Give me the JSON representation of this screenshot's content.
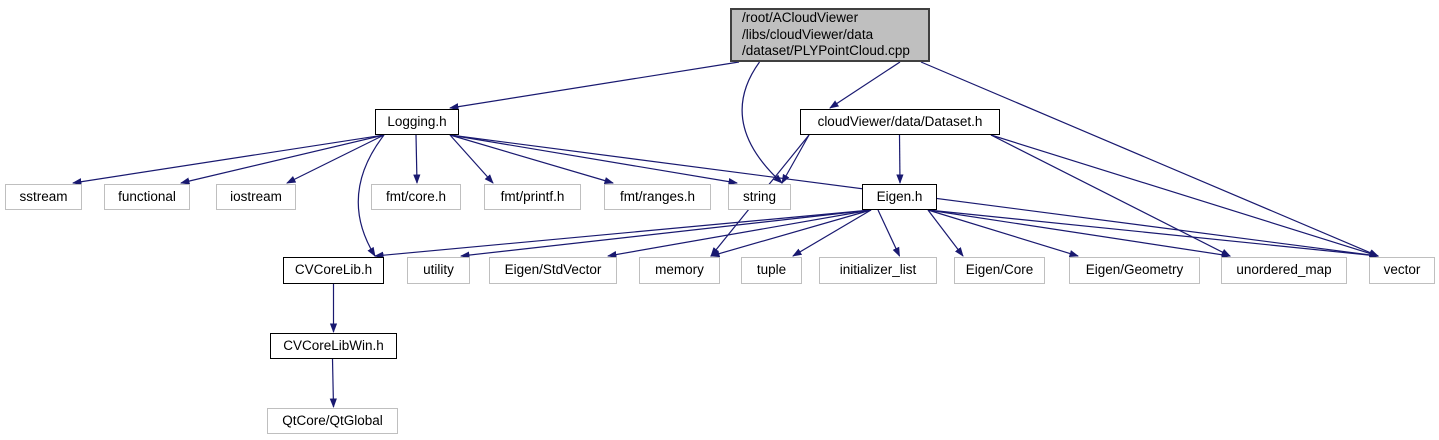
{
  "diagram": {
    "type": "include-dependency-graph",
    "colors": {
      "edge": "#191970",
      "node_fill": "#ffffff",
      "leaf_border": "#bfbfbf",
      "internal_border": "#000000",
      "current_node_fill": "#bfbfbf"
    },
    "nodes": [
      {
        "id": "top",
        "label": "/root/ACloudViewer\n/libs/cloudViewer/data\n/dataset/PLYPointCloud.cpp",
        "kind": "current"
      },
      {
        "id": "logging",
        "label": "Logging.h",
        "kind": "internal"
      },
      {
        "id": "dataset",
        "label": "cloudViewer/data/Dataset.h",
        "kind": "internal"
      },
      {
        "id": "sstream",
        "label": "sstream",
        "kind": "leaf"
      },
      {
        "id": "functional",
        "label": "functional",
        "kind": "leaf"
      },
      {
        "id": "iostream",
        "label": "iostream",
        "kind": "leaf"
      },
      {
        "id": "fmtcore",
        "label": "fmt/core.h",
        "kind": "leaf"
      },
      {
        "id": "fmtprintf",
        "label": "fmt/printf.h",
        "kind": "leaf"
      },
      {
        "id": "fmtranges",
        "label": "fmt/ranges.h",
        "kind": "leaf"
      },
      {
        "id": "string",
        "label": "string",
        "kind": "leaf"
      },
      {
        "id": "eigen",
        "label": "Eigen.h",
        "kind": "internal"
      },
      {
        "id": "cvcorelib",
        "label": "CVCoreLib.h",
        "kind": "internal"
      },
      {
        "id": "utility",
        "label": "utility",
        "kind": "leaf"
      },
      {
        "id": "eigenstdvector",
        "label": "Eigen/StdVector",
        "kind": "leaf"
      },
      {
        "id": "memory",
        "label": "memory",
        "kind": "leaf"
      },
      {
        "id": "tuple",
        "label": "tuple",
        "kind": "leaf"
      },
      {
        "id": "initializerlist",
        "label": "initializer_list",
        "kind": "leaf"
      },
      {
        "id": "eigencore",
        "label": "Eigen/Core",
        "kind": "leaf"
      },
      {
        "id": "eigengeometry",
        "label": "Eigen/Geometry",
        "kind": "leaf"
      },
      {
        "id": "unorderedmap",
        "label": "unordered_map",
        "kind": "leaf"
      },
      {
        "id": "vector",
        "label": "vector",
        "kind": "leaf"
      },
      {
        "id": "cvcorelibwin",
        "label": "CVCoreLibWin.h",
        "kind": "internal"
      },
      {
        "id": "qtglobal",
        "label": "QtCore/QtGlobal",
        "kind": "leaf"
      }
    ],
    "edges": [
      {
        "from": "top",
        "to": "logging"
      },
      {
        "from": "top",
        "to": "string"
      },
      {
        "from": "top",
        "to": "dataset"
      },
      {
        "from": "top",
        "to": "vector"
      },
      {
        "from": "logging",
        "to": "sstream"
      },
      {
        "from": "logging",
        "to": "functional"
      },
      {
        "from": "logging",
        "to": "iostream"
      },
      {
        "from": "logging",
        "to": "cvcorelib"
      },
      {
        "from": "logging",
        "to": "fmtcore"
      },
      {
        "from": "logging",
        "to": "fmtprintf"
      },
      {
        "from": "logging",
        "to": "fmtranges"
      },
      {
        "from": "logging",
        "to": "string"
      },
      {
        "from": "logging",
        "to": "vector"
      },
      {
        "from": "dataset",
        "to": "string"
      },
      {
        "from": "dataset",
        "to": "memory"
      },
      {
        "from": "dataset",
        "to": "eigen"
      },
      {
        "from": "dataset",
        "to": "unorderedmap"
      },
      {
        "from": "dataset",
        "to": "vector"
      },
      {
        "from": "eigen",
        "to": "cvcorelib"
      },
      {
        "from": "eigen",
        "to": "utility"
      },
      {
        "from": "eigen",
        "to": "eigenstdvector"
      },
      {
        "from": "eigen",
        "to": "memory"
      },
      {
        "from": "eigen",
        "to": "tuple"
      },
      {
        "from": "eigen",
        "to": "initializerlist"
      },
      {
        "from": "eigen",
        "to": "eigencore"
      },
      {
        "from": "eigen",
        "to": "eigengeometry"
      },
      {
        "from": "eigen",
        "to": "unorderedmap"
      },
      {
        "from": "eigen",
        "to": "vector"
      },
      {
        "from": "cvcorelib",
        "to": "cvcorelibwin"
      },
      {
        "from": "cvcorelibwin",
        "to": "qtglobal"
      }
    ]
  }
}
